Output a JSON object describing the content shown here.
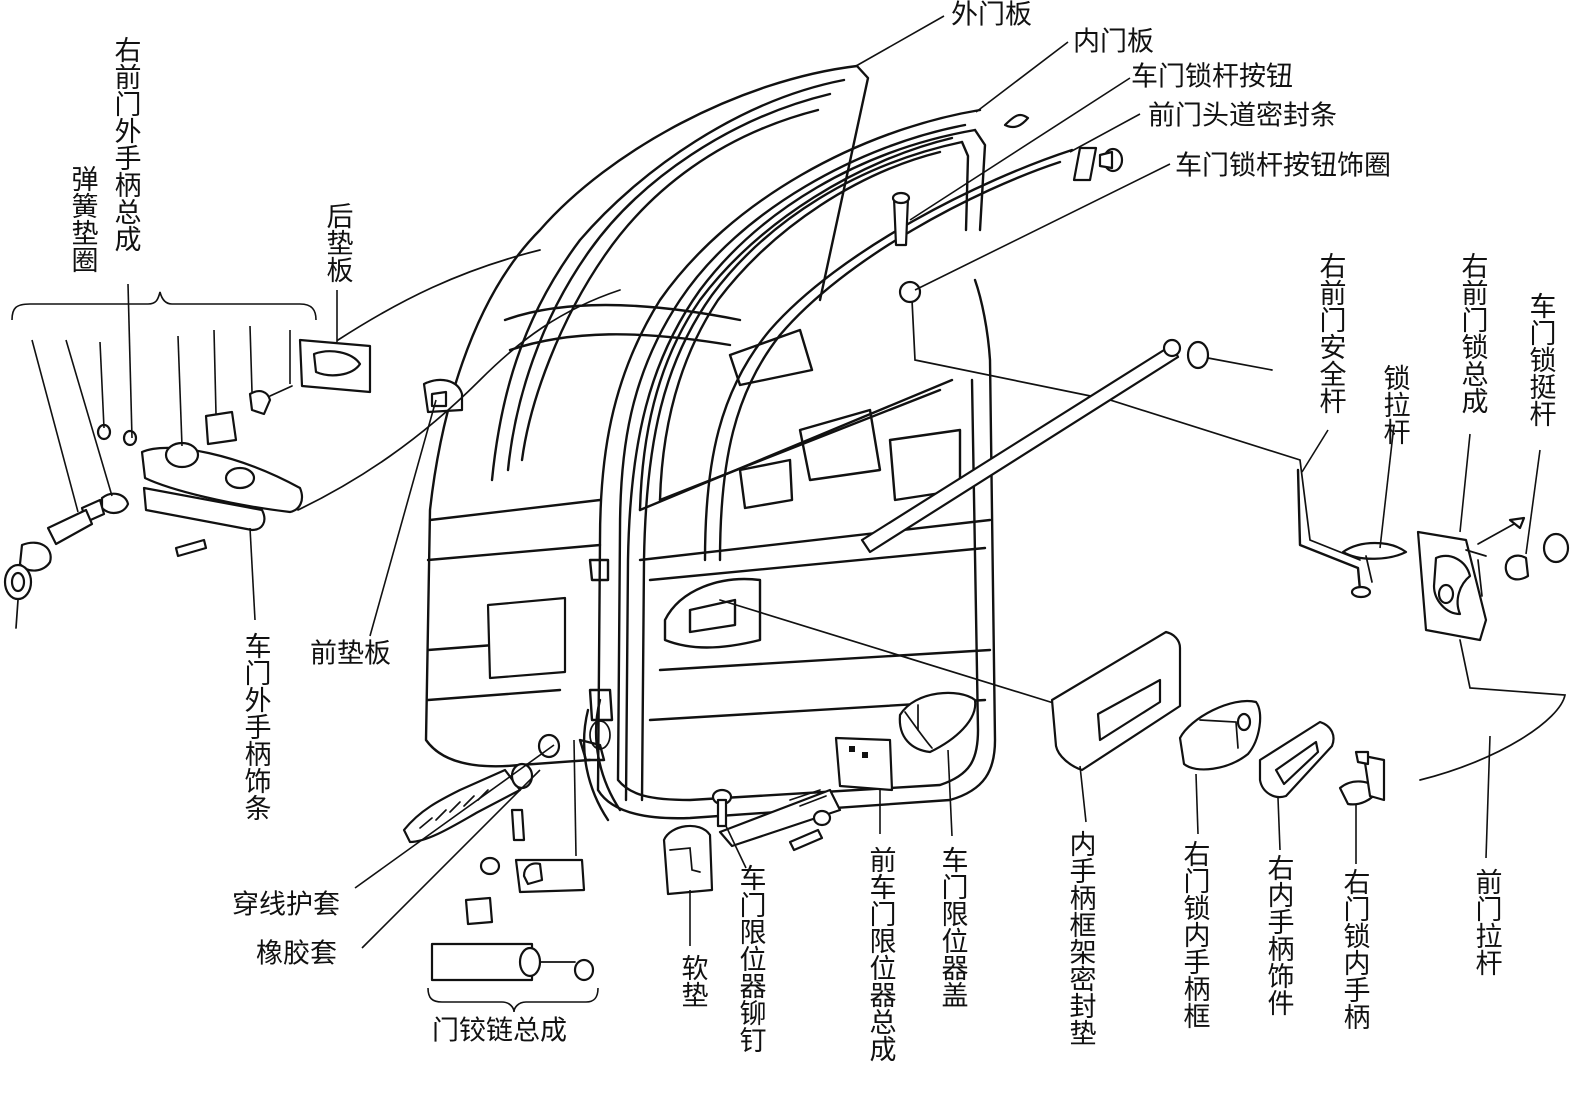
{
  "labels": {
    "outer_panel": "外门板",
    "inner_panel": "内门板",
    "lock_button": "车门锁杆按钮",
    "roof_seal": "前门头道密封条",
    "button_bezel": "车门锁杆按钮饰圈",
    "outer_handle_assy": "右前门外手柄总成",
    "spring_washer": "弹簧垫圈",
    "rear_pad": "后垫板",
    "front_pad": "前垫板",
    "handle_trim": "车门外手柄饰条",
    "safety_rod": "右前门安全杆",
    "lock_rod": "锁拉杆",
    "lock_assy": "右前门锁总成",
    "lock_tappet": "车门锁挺杆",
    "wire_boot": "穿线护套",
    "rubber_sleeve": "橡胶套",
    "hinge_assy": "门铰链总成",
    "soft_pad": "软垫",
    "check_rivet": "车门限位器铆钉",
    "check_assy": "前车门限位器总成",
    "check_cover": "车门限位器盖",
    "frame_seal": "内手柄框架密封垫",
    "inner_handle_frame": "右门锁内手柄框",
    "inner_handle_trim": "右内手柄饰件",
    "inner_handle": "右门锁内手柄",
    "front_rod": "前门拉杆"
  }
}
